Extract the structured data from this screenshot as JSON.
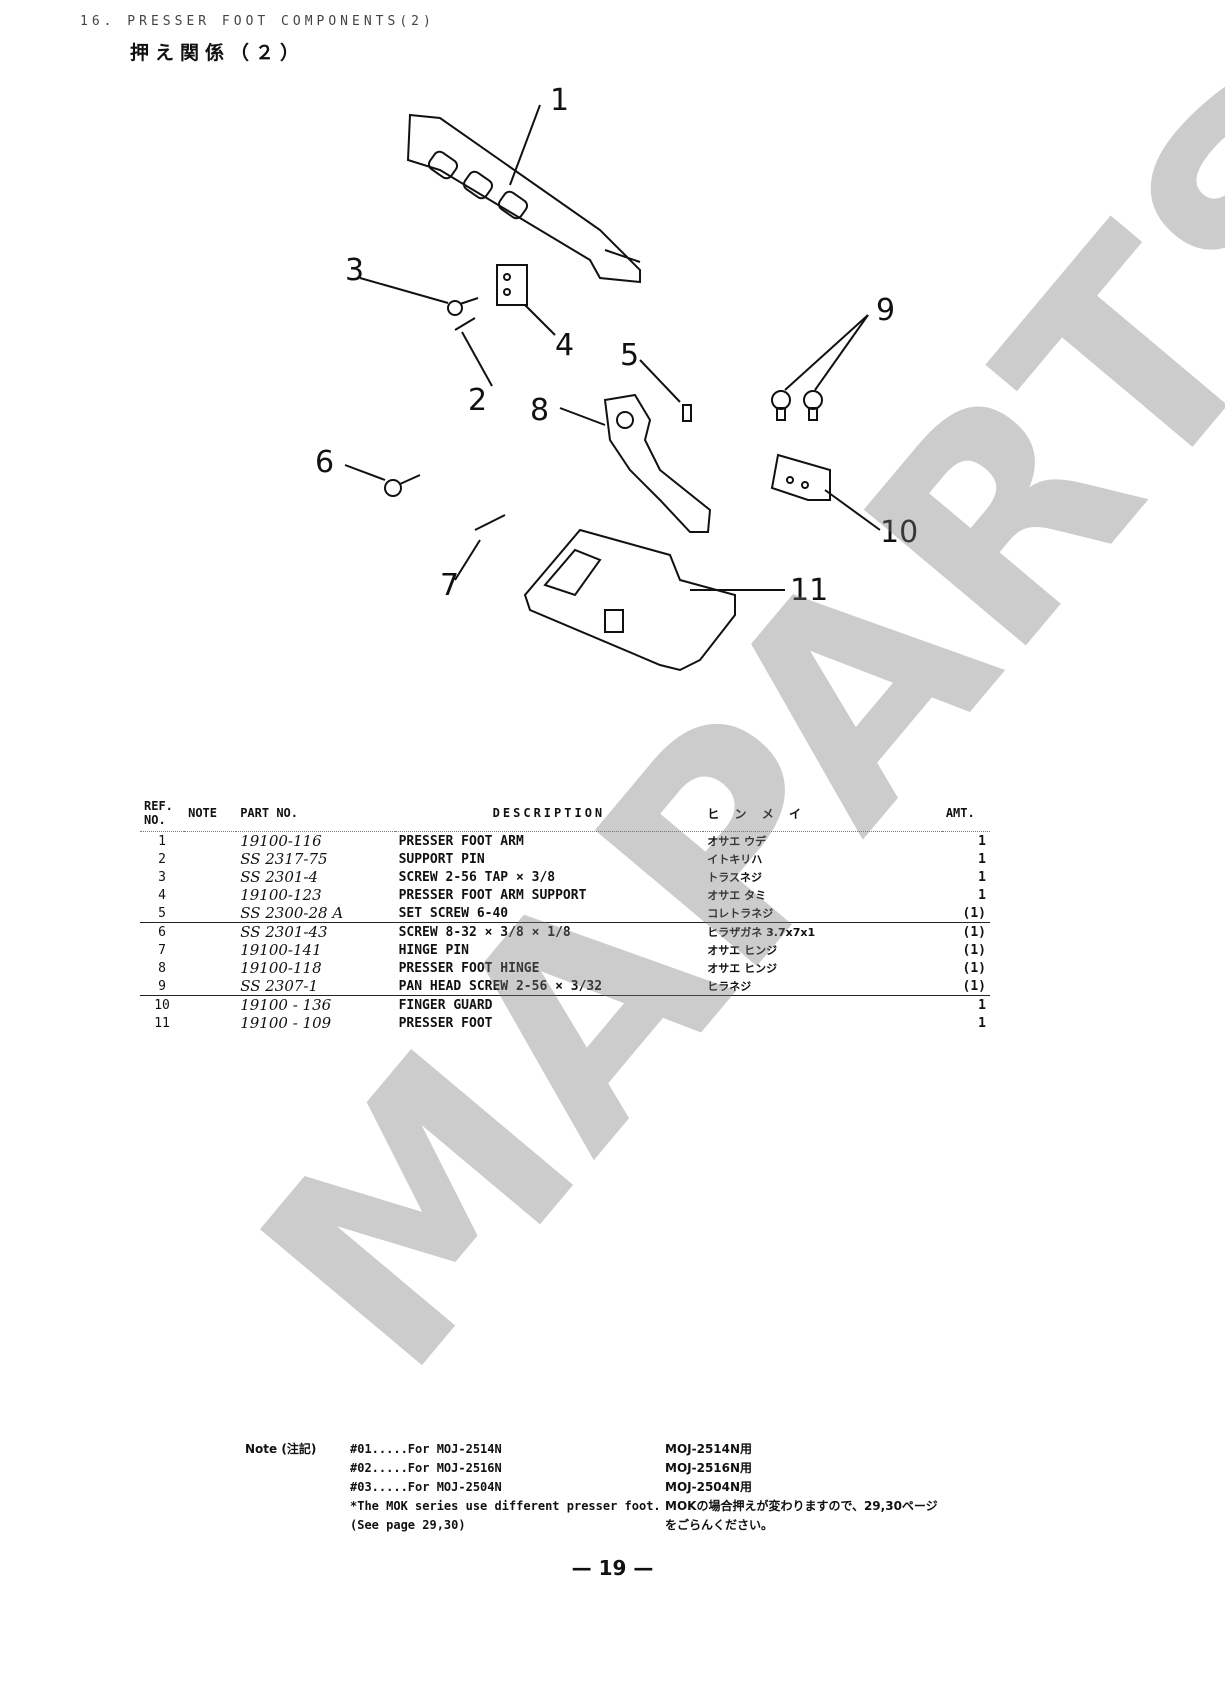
{
  "header": {
    "title_en": "16. PRESSER FOOT COMPONENTS(2)",
    "title_jp": "押え関係（２）"
  },
  "diagram": {
    "callouts": [
      "1",
      "2",
      "3",
      "4",
      "5",
      "6",
      "7",
      "8",
      "9",
      "10",
      "11"
    ]
  },
  "table": {
    "headers": {
      "ref": "REF. NO.",
      "note": "NOTE",
      "part": "PART NO.",
      "description": "DESCRIPTION",
      "jp": "ヒ ン メ イ",
      "qty": "AMT."
    },
    "rows": [
      {
        "ref": "1",
        "note": "",
        "part": "19100-116",
        "description": "PRESSER FOOT ARM",
        "jp": "オサエ ウデ",
        "qty": "1"
      },
      {
        "ref": "2",
        "note": "",
        "part": "SS 2317-75",
        "description": "SUPPORT PIN",
        "jp": "イトキリハ",
        "qty": "1"
      },
      {
        "ref": "3",
        "note": "",
        "part": "SS 2301-4",
        "description": "SCREW 2-56 TAP × 3/8",
        "jp": "トラスネジ",
        "qty": "1"
      },
      {
        "ref": "4",
        "note": "",
        "part": "19100-123",
        "description": "PRESSER FOOT ARM SUPPORT",
        "jp": "オサエ タミ",
        "qty": "1"
      },
      {
        "ref": "5",
        "note": "",
        "part": "SS 2300-28 A",
        "description": "SET SCREW 6-40",
        "jp": "コレトラネジ",
        "qty": "(1)"
      },
      {
        "ref": "6",
        "note": "",
        "part": "SS 2301-43",
        "description": "SCREW 8-32 × 3/8 × 1/8",
        "jp": "ヒラザガネ 3.7x7x1",
        "qty": "(1)"
      },
      {
        "ref": "7",
        "note": "",
        "part": "19100-141",
        "description": "HINGE PIN",
        "jp": "オサエ ヒンジ",
        "qty": "(1)"
      },
      {
        "ref": "8",
        "note": "",
        "part": "19100-118",
        "description": "PRESSER FOOT HINGE",
        "jp": "オサエ ヒンジ",
        "qty": "(1)"
      },
      {
        "ref": "9",
        "note": "",
        "part": "SS 2307-1",
        "description": "PAN HEAD SCREW 2-56 × 3/32",
        "jp": "ヒラネジ",
        "qty": "(1)"
      },
      {
        "ref": "10",
        "note": "",
        "part": "19100 - 136",
        "description": "FINGER GUARD",
        "jp": "",
        "qty": "1"
      },
      {
        "ref": "11",
        "note": "",
        "part": "19100 - 109",
        "description": "PRESSER FOOT",
        "jp": "",
        "qty": "1"
      }
    ]
  },
  "notes": {
    "label": "Note (注記)",
    "en_lines": [
      "#01.....For MOJ-2514N",
      "#02.....For MOJ-2516N",
      "#03.....For MOJ-2504N",
      "*The MOK series use different presser foot.",
      " (See page 29,30)"
    ],
    "jp_lines": [
      "MOJ-2514N用",
      "MOJ-2516N用",
      "MOJ-2504N用",
      "MOKの場合押えが変わりますので、29,30ページ",
      "をごらんください。"
    ]
  },
  "footer": {
    "page_number": "— 19 —"
  },
  "watermark": "MAPARTS"
}
